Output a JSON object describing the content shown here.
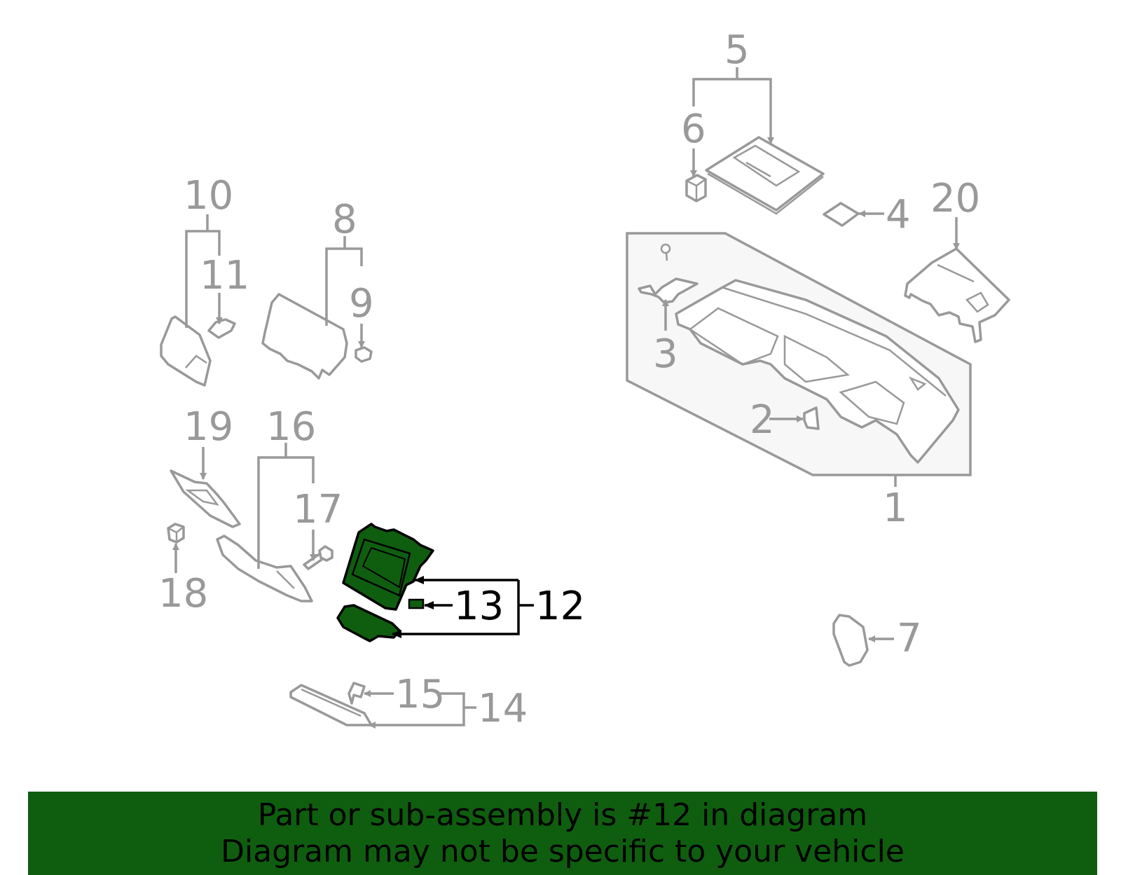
{
  "diagram": {
    "highlighted_part": "12",
    "callouts": {
      "p1": "1",
      "p2": "2",
      "p3": "3",
      "p4": "4",
      "p5": "5",
      "p6": "6",
      "p7": "7",
      "p8": "8",
      "p9": "9",
      "p10": "10",
      "p11": "11",
      "p12": "12",
      "p13": "13",
      "p14": "14",
      "p15": "15",
      "p16": "16",
      "p17": "17",
      "p18": "18",
      "p19": "19",
      "p20": "20"
    },
    "colors": {
      "line": "#999999",
      "highlight_fill": "#0f5e0f",
      "highlight_line": "#000000",
      "panel_fill": "#f7f7f7"
    }
  },
  "banner": {
    "line1": "Part or sub-assembly is #12 in diagram",
    "line2": "Diagram may not be specific to your vehicle",
    "color": "#0f5e0f"
  }
}
